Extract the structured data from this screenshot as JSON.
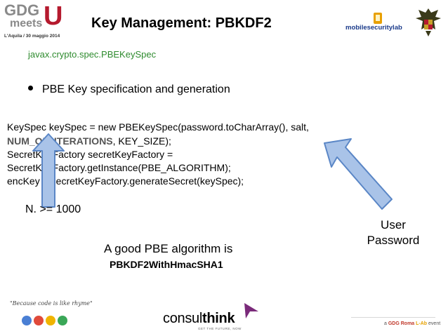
{
  "header": {
    "title": "Key Management: PBKDF2",
    "gdg_logo": {
      "line1": "GDG",
      "line2": "meets",
      "big_letter": "U",
      "subtitle": "L'Aquila / 30 maggio 2014"
    },
    "mobile_security_logo": "mobilesecuritylab",
    "crest_icon": "eagle-crest-icon"
  },
  "body": {
    "package": "javax.crypto.spec.PBEKeySpec",
    "bullet": "PBE Key specification and generation",
    "code": {
      "line1": "KeySpec keySpec = new PBEKeySpec(password.toCharArray(), salt,",
      "line2_bold": "NUM_OF_ITERATIONS",
      "line2_rest": ", KEY_SIZE);",
      "line3": " SecretKeyFactory secretKeyFactory =",
      "line4": "SecretKeyFactory.getInstance(PBE_ALGORITHM);",
      "line5": " encKey = secretKeyFactory.generateSecret(keySpec);"
    },
    "iterations_note": "N. >= 1000",
    "user_password": {
      "line1": "User",
      "line2": "Password"
    },
    "good_pbe": "A good PBE algorithm is",
    "pbe_algorithm": "PBKDF2WithHmacSHA1"
  },
  "footer": {
    "tagline": "\"Because code is like rhyme\"",
    "consult_logo": {
      "prefix": "consul",
      "suffix": "think",
      "sub": "GET THE FUTURE, NOW"
    },
    "event": {
      "pre": "a ",
      "gdg": "GDG Roma ",
      "lab": "L-Ab",
      "post": " event"
    }
  },
  "colors": {
    "package": "#2e8b2e",
    "arrow_fill": "#a9c3e8",
    "arrow_stroke": "#5a86c6",
    "gdg_red": "#b51a2e",
    "consult_purple": "#7a2a7a"
  }
}
